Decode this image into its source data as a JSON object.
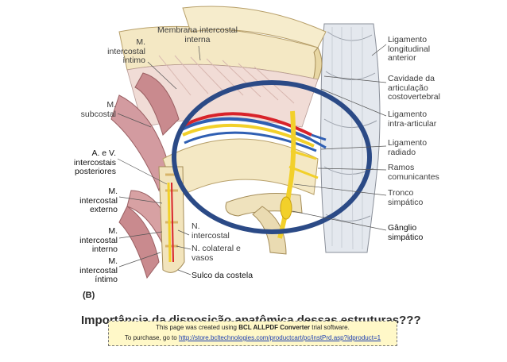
{
  "labels": {
    "membrana_intercostal_interna": "Membrana intercostal\ninterna",
    "m_intercostal_intimo_top": "M.\nintercostal\níntimo",
    "m_subcostal": "M.\nsubcostal",
    "a_v_intercostais": "A. e V.\nintercostais\nposteriores",
    "m_intercostal_externo": "M.\nintercostal\nexterno",
    "m_intercostal_interno": "M.\nintercostal\ninterno",
    "m_intercostal_intimo_bottom": "M.\nintercostal\níntimo",
    "n_intercostal": "N.\nintercostal",
    "n_colateral": "N. colateral e\nvasos",
    "sulco_costela": "Sulco da costela",
    "ligamento_longitudinal": "Ligamento\nlongitudinal\nanterior",
    "cavidade_articulacao": "Cavidade da\narticulação\ncostovertebral",
    "ligamento_intra_articular": "Ligamento\nintra-articular",
    "ligamento_radiado": "Ligamento\nradiado",
    "ramos_comunicantes": "Ramos\ncomunicantes",
    "tronco_simpatico": "Tronco\nsimpático",
    "ganglio_simpatico": "Gânglio\nsimpático"
  },
  "figure_letter": "(B)",
  "question": "Importância da disposição anatômica dessas estruturas???",
  "banner": {
    "line1_pre": "This page was created using ",
    "line1_bold": "BCL ALLPDF Converter",
    "line1_post": " trial software.",
    "line2_pre": "To purchase, go to ",
    "line2_link": "http://store.bcltechnologies.com/productcart/pc/instPrd.asp?idproduct=1"
  },
  "colors": {
    "highlight_ellipse": "#2b4a86",
    "artery": "#d8232a",
    "vein": "#2f5fb3",
    "nerve": "#f2d02a",
    "muscle": "#c98a8e",
    "bone": "#f3e7c2",
    "vertebra": "#dfe3ea"
  }
}
